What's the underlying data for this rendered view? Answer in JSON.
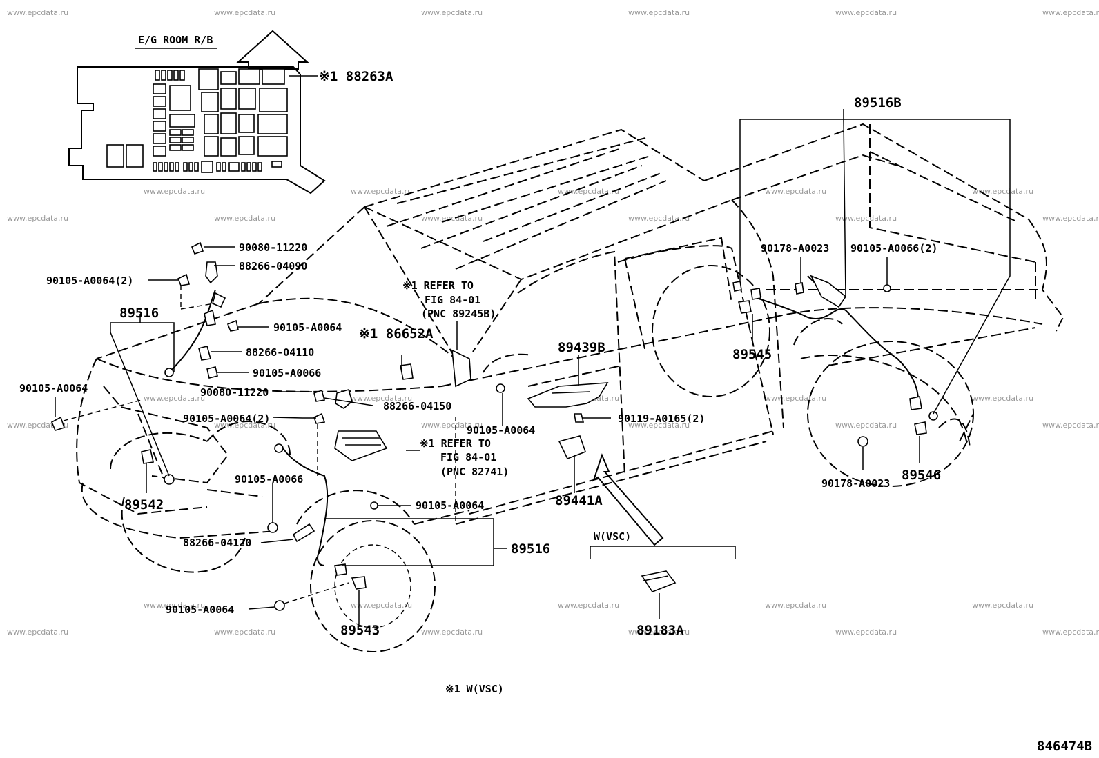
{
  "diagram": {
    "watermark_text": "www.epcdata.ru",
    "figure_code": "846474B",
    "footnote": "※1 W(VSC)",
    "fuse_box": {
      "title": "E/G ROOM R/B",
      "part": "※1 88263A"
    },
    "callouts": {
      "p86652A": "※1 86652A",
      "ref1": [
        "※1 REFER TO",
        "FIG 84-01",
        "(PNC 89245B)"
      ],
      "ref2": [
        "※1 REFER TO",
        "FIG 84-01",
        "(PNC 82741)"
      ],
      "p89516B": "89516B",
      "p90178_a": "90178-A0023",
      "p90105_A0066_2": "90105-A0066(2)",
      "p89545": "89545",
      "p89546": "89546",
      "p90178_b": "90178-A0023",
      "p90080_a": "90080-11220",
      "p88266_04090": "88266-04090",
      "p90105_A0064_2a": "90105-A0064(2)",
      "p89516_a": "89516",
      "p90105_A0064_a": "90105-A0064",
      "p88266_04110": "88266-04110",
      "p90105_A0066_a": "90105-A0066",
      "p90105_A0064_b": "90105-A0064",
      "p90080_b": "90080-11220",
      "p88266_04150": "88266-04150",
      "p90105_A0064_2b": "90105-A0064(2)",
      "p89542": "89542",
      "p90105_A0066_b": "90105-A0066",
      "p90105_A0064_c": "90105-A0064",
      "p88266_04120": "88266-04120",
      "p89516_b": "89516",
      "p90105_A0064_d": "90105-A0064",
      "p89543": "89543",
      "p89439B": "89439B",
      "p90105_A0064_e": "90105-A0064",
      "p90119": "90119-A0165(2)",
      "p89441A": "89441A",
      "vsc_group": "W(VSC)",
      "p89183A": "89183A"
    }
  }
}
